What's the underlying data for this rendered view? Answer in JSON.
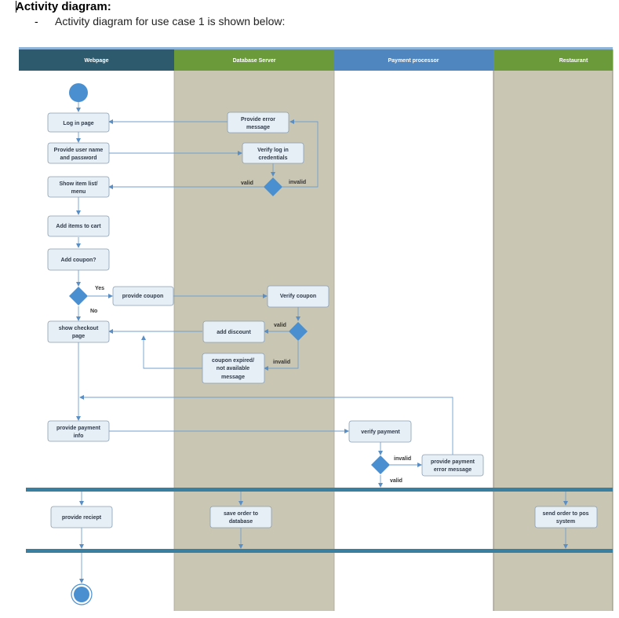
{
  "header": {
    "title": "Activity diagram:",
    "bullet": "-",
    "subtitle": "Activity diagram for use case 1 is shown below:"
  },
  "lanes": [
    {
      "title": "Webpage",
      "header_color": "#2e5a6e"
    },
    {
      "title": "Database Server",
      "header_color": "#6a9a3a"
    },
    {
      "title": "Payment processor",
      "header_color": "#4f86bf"
    },
    {
      "title": "Restaurant",
      "header_color": "#6a9a3a"
    }
  ],
  "nodes": {
    "login": {
      "line1": "Log in page",
      "line2": ""
    },
    "provide_credentials": {
      "line1": "Provide user name",
      "line2": "and password"
    },
    "show_items": {
      "line1": "Show item list/",
      "line2": "menu"
    },
    "add_items": {
      "line1": "Add items to cart",
      "line2": ""
    },
    "add_coupon": {
      "line1": "Add coupon?",
      "line2": ""
    },
    "provide_coupon": {
      "line1": "provide coupon",
      "line2": ""
    },
    "show_checkout": {
      "line1": "show checkout",
      "line2": "page"
    },
    "provide_payment": {
      "line1": "provide payment",
      "line2": "info"
    },
    "provide_receipt": {
      "line1": "provide reciept",
      "line2": ""
    },
    "provide_error": {
      "line1": "Provide error",
      "line2": "message"
    },
    "verify_login": {
      "line1": "Verify log in",
      "line2": "credentials"
    },
    "verify_coupon": {
      "line1": "Verify coupon",
      "line2": ""
    },
    "add_discount": {
      "line1": "add discount",
      "line2": ""
    },
    "coupon_expired": {
      "line1": "coupon expired/",
      "line2": "not available",
      "line3": "message"
    },
    "save_order": {
      "line1": "save order to",
      "line2": "database"
    },
    "verify_payment": {
      "line1": "verify payment",
      "line2": ""
    },
    "payment_error": {
      "line1": "provide payment",
      "line2": "error message"
    },
    "send_order": {
      "line1": "send order to pos",
      "line2": "system"
    }
  },
  "guards": {
    "login_valid": "valid",
    "login_invalid": "invalid",
    "coupon_yes": "Yes",
    "coupon_no": "No",
    "coupon_valid": "valid",
    "coupon_invalid": "invalid",
    "payment_invalid": "invalid",
    "payment_valid": "valid"
  },
  "colors": {
    "lane_shaded": "#c9c6b3",
    "node_fill": "#e6eef6",
    "decision": "#4a90d0",
    "flow_line": "#6fa0cf",
    "fork_bar": "#3a7ea0",
    "start_end": "#4a90d0"
  }
}
